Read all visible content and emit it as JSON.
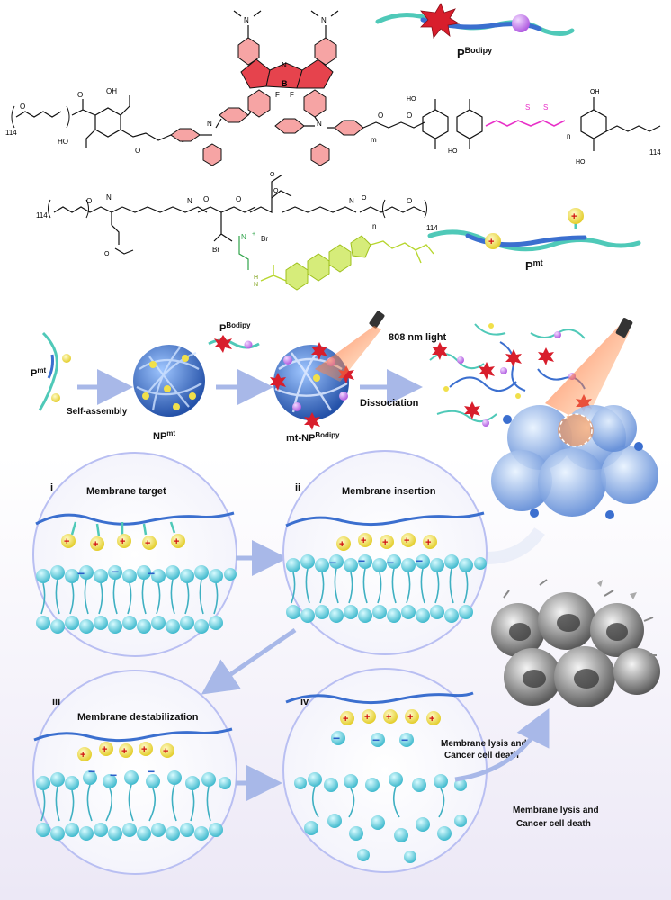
{
  "polymers": {
    "bodipy": {
      "label": "P",
      "label_sup": "Bodipy"
    },
    "mt": {
      "label": "P",
      "label_sup": "mt"
    },
    "repeat_114_left": "114",
    "repeat_114_right": "114",
    "repeat_m": "m",
    "repeat_n": "n",
    "mt_repeat_114_left": "114",
    "mt_repeat_114_right": "114",
    "mt_repeat_n": "n",
    "atoms": {
      "B": "B",
      "F1": "F",
      "F2": "F",
      "N": "N",
      "S1": "S",
      "S2": "S",
      "Br1": "Br",
      "Br2": "Br",
      "COOH1": "OH",
      "COOH2": "HO"
    }
  },
  "workflow": {
    "pmt_label": "P",
    "pmt_sup": "mt",
    "self_assembly": "Self-assembly",
    "np_label": "NP",
    "np_sup": "mt",
    "pbodipy_label": "P",
    "pbodipy_sup": "Bodipy",
    "mtnp_label": "mt-NP",
    "mtnp_sup": "Bodipy",
    "light": "808 nm light",
    "dissociation": "Dissociation"
  },
  "panels": [
    {
      "numeral": "i",
      "title": "Membrane target"
    },
    {
      "numeral": "ii",
      "title": "Membrane insertion"
    },
    {
      "numeral": "iii",
      "title": "Membrane destabilization"
    },
    {
      "numeral": "iv",
      "title": ""
    }
  ],
  "result_labels": {
    "inside_line1": "Membrane lysis and",
    "inside_line2": "Cancer cell death",
    "outside_line1": "Membrane lysis and",
    "outside_line2": "Cancer cell death"
  },
  "colors": {
    "bodipy_red": "#d81e2c",
    "linker_pink": "#e830c8",
    "cholesterol_green": "#b7d62e",
    "chain_blue": "#3b6fcf",
    "chain_teal": "#4fc9b8",
    "cation_yellow": "#f1e04a",
    "lipid_cyan": "#59cfe0",
    "anion_blue": "#2a5fc9",
    "arrow": "#a8b8e8"
  }
}
